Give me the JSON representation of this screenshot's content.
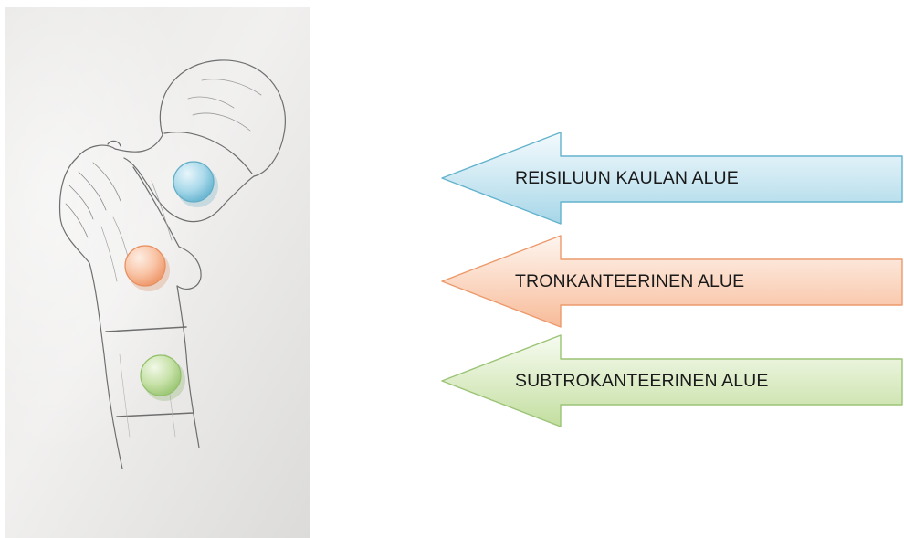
{
  "diagram": {
    "zones": [
      {
        "label": "REISILUUN KAULAN ALUE",
        "color": "#7fc8df",
        "light": "#e6f4f9",
        "stroke": "#5aaec8",
        "icon": "blue-circle-marker"
      },
      {
        "label": "TRONKANTEERINEN ALUE",
        "color": "#f6ad84",
        "light": "#fde9dc",
        "stroke": "#e48e63",
        "icon": "orange-circle-marker"
      },
      {
        "label": "SUBTROKANTEERINEN ALUE",
        "color": "#b6d58f",
        "light": "#eef6e3",
        "stroke": "#93bb6b",
        "icon": "green-circle-marker"
      }
    ]
  }
}
